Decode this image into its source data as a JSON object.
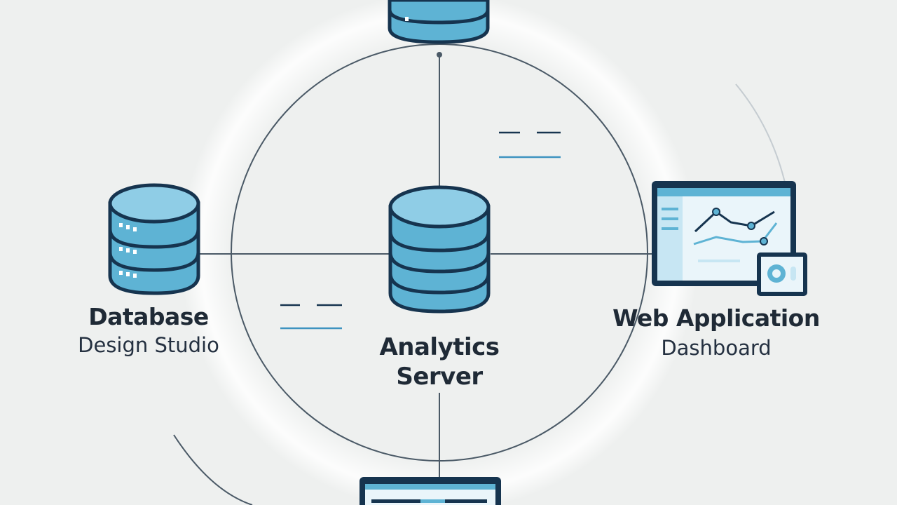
{
  "nodes": {
    "database": {
      "title": "Database",
      "subtitle": "Design Studio"
    },
    "analytics": {
      "title_line1": "Analytics",
      "title_line2": "Server"
    },
    "web": {
      "title": "Web Application",
      "subtitle": "Dashboard"
    }
  },
  "colors": {
    "background": "#eef0ef",
    "accent": "#5eb3d4",
    "accent_light": "#8fcde6",
    "outline": "#16344f",
    "line": "#4a5966"
  },
  "icons": [
    "database-cylinder-icon",
    "dashboard-monitor-icon",
    "laptop-icon"
  ]
}
